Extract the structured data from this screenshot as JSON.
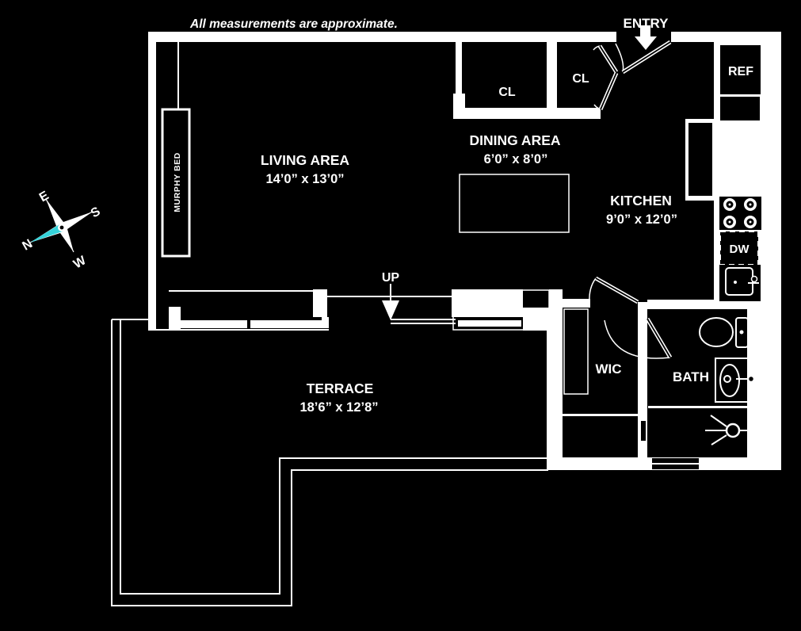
{
  "disclaimer": "All measurements are approximate.",
  "entry_label": "ENTRY",
  "up_label": "UP",
  "rooms": {
    "living": {
      "name": "LIVING AREA",
      "dims": "14’0” x 13’0”"
    },
    "dining": {
      "name": "DINING AREA",
      "dims": "6’0” x 8’0”"
    },
    "kitchen": {
      "name": "KITCHEN",
      "dims": "9’0” x 12’0”"
    },
    "terrace": {
      "name": "TERRACE",
      "dims": "18’6” x 12’8”"
    },
    "bath": {
      "name": "BATH"
    },
    "wic": {
      "name": "WIC"
    },
    "closet_hall": {
      "name": "CL"
    },
    "closet_entry": {
      "name": "CL"
    },
    "murphy_bed": {
      "name": "MURPHY BED"
    }
  },
  "appliances": {
    "refrigerator": "REF",
    "dishwasher": "DW"
  },
  "compass": {
    "north": "N",
    "south": "S",
    "east": "E",
    "west": "W",
    "needle_color": "#35d3da"
  },
  "colors": {
    "background": "#000000",
    "line": "#ffffff"
  }
}
